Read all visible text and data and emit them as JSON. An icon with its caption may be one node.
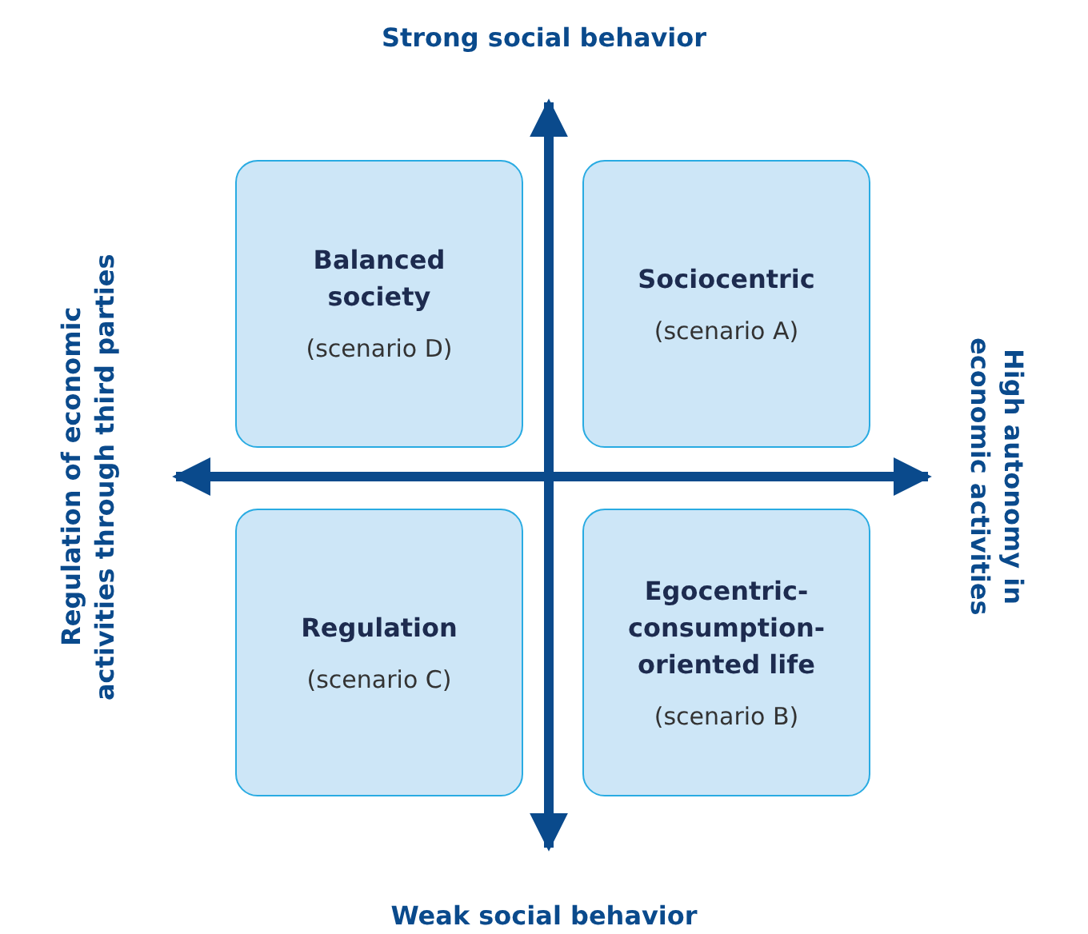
{
  "diagram": {
    "nodes": [
      {
        "text": [
          "Balanced society",
          "(scenario D)"
        ]
      },
      {
        "text": [
          "Sociocentric",
          "(scenario A)"
        ]
      },
      {
        "text": [
          "Regulation",
          "(scenario C)"
        ]
      },
      {
        "text": [
          "Egocentric-consumption-oriented life",
          "(scenario B)"
        ]
      }
    ],
    "edges": [],
    "labels": [
      "Strong social behavior",
      "Regulation of economic activities through third parties",
      "High autonomy in economic activities",
      "Weak social behavior"
    ]
  }
}
